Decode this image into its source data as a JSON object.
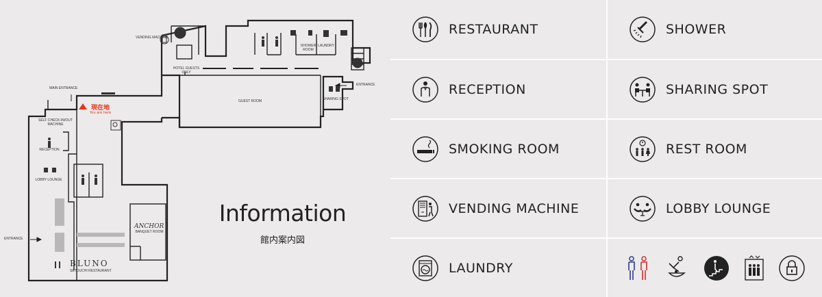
{
  "map": {
    "title": "Information",
    "subtitle": "館内案内図",
    "current_location": "現在地",
    "current_location_en": "You are here",
    "labels": {
      "vending_machine": "VENDING MACHINE",
      "hotel_guests_only": "HOTEL GUESTS ONLY",
      "shower_room": "SHOWER ROOM",
      "laundry": "LAUNDRY",
      "main_entrance": "MAIN ENTRANCE",
      "entrance_right": "ENTRANCE",
      "guest_room": "GUEST ROOM",
      "sharing_spot": "SHARING SPOT",
      "self_checkin": "SELF CHECK-IN/OUT MACHINE",
      "reception": "RECEPTION",
      "lobby_lounge": "LOBBY LOUNGE",
      "entrance_left": "ENTRANCE",
      "anchor": "ANCHOR",
      "banquet_room": "BANQUET ROOM",
      "bluno": "BLUNO",
      "setouchi_restaurant": "SETOUCHI RESTAURANT"
    }
  },
  "legend": {
    "items": [
      {
        "label": "RESTAURANT",
        "icon": "restaurant-icon"
      },
      {
        "label": "SHOWER",
        "icon": "shower-icon"
      },
      {
        "label": "RECEPTION",
        "icon": "reception-icon"
      },
      {
        "label": "SHARING SPOT",
        "icon": "sharing-spot-icon"
      },
      {
        "label": "SMOKING ROOM",
        "icon": "smoking-room-icon"
      },
      {
        "label": "REST ROOM",
        "icon": "rest-room-icon"
      },
      {
        "label": "VENDING MACHINE",
        "icon": "vending-machine-icon"
      },
      {
        "label": "LOBBY LOUNGE",
        "icon": "lobby-lounge-icon"
      },
      {
        "label": "LAUNDRY",
        "icon": "laundry-icon"
      }
    ],
    "misc_icons": [
      "restroom-gender-icon",
      "baby-care-icon",
      "stairs-icon",
      "elevator-icon",
      "locker-icon"
    ]
  },
  "colors": {
    "background": "#eceaea",
    "divider": "#ffffff",
    "line": "#222222",
    "here_marker": "#e8341c",
    "male": "#2b3a8c",
    "female": "#d22b2b"
  }
}
